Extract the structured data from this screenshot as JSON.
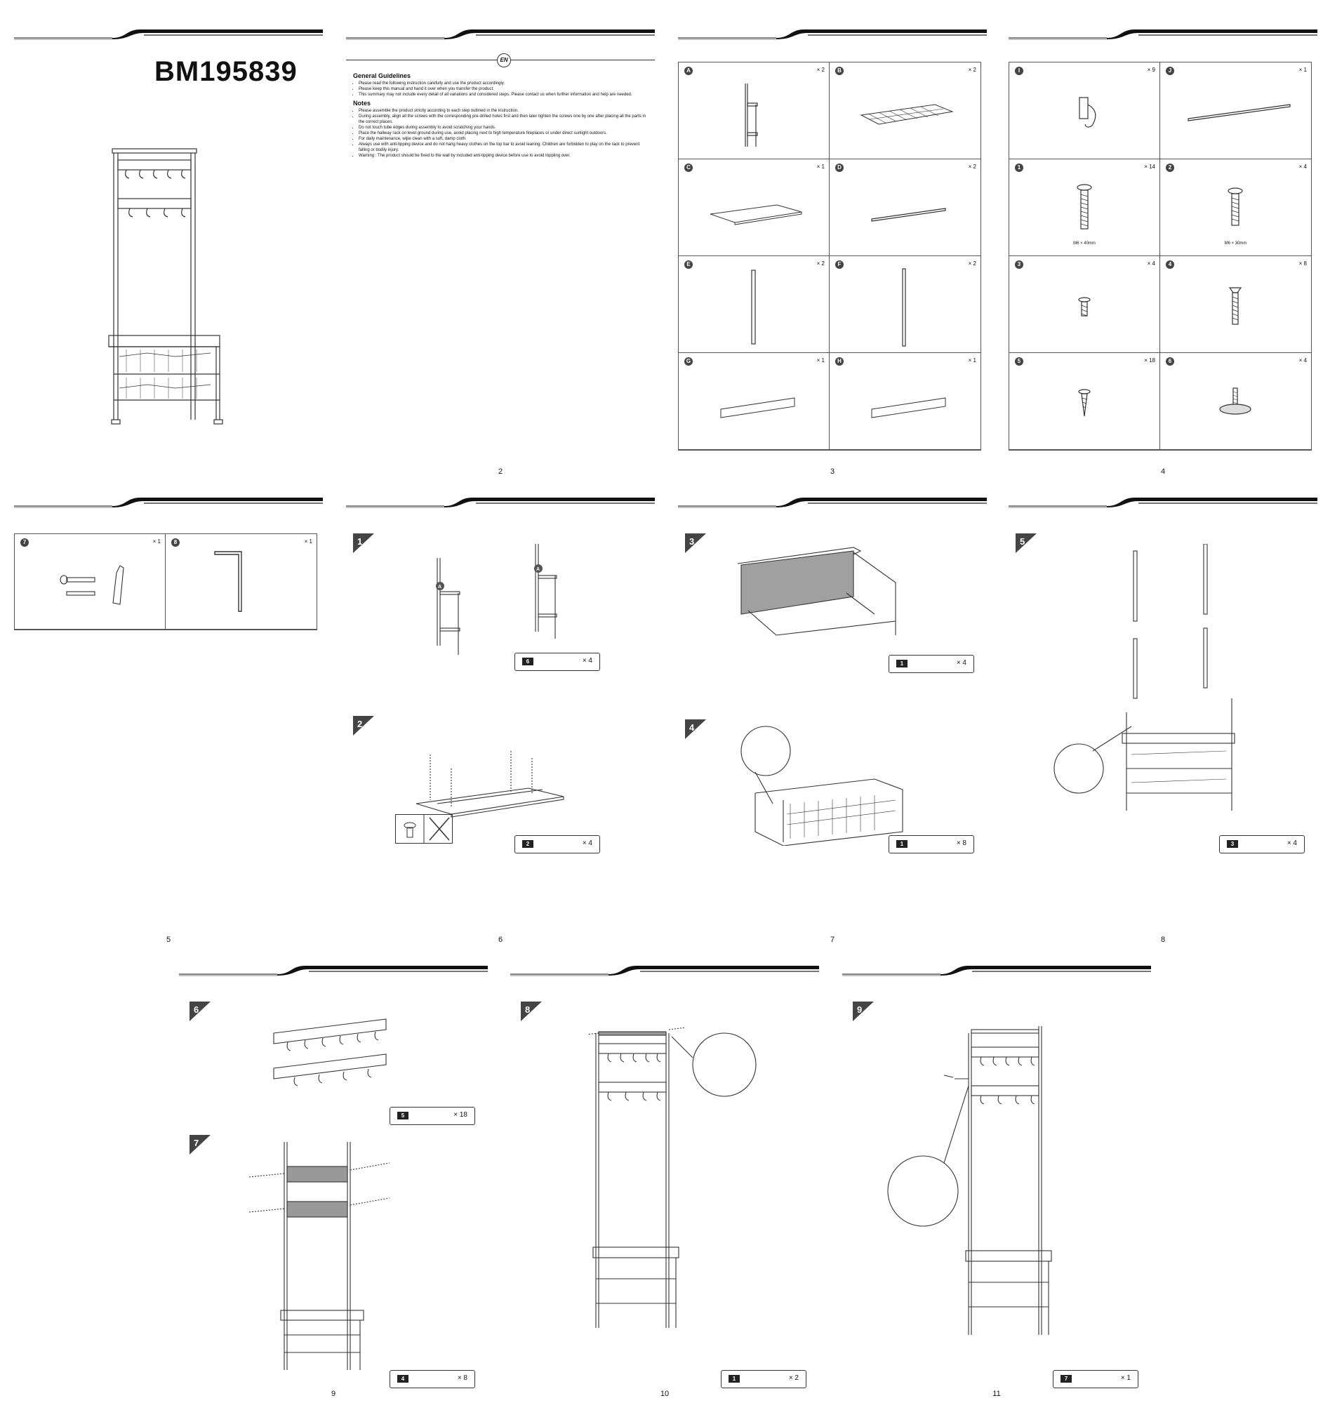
{
  "cover": {
    "title": "BM195839"
  },
  "guidelines": {
    "lang_badge": "EN",
    "general_title": "General Guidelines",
    "general_items": [
      "Please read the following instruction carefully and use the product accordingly.",
      "Please keep this manual and hand it over when you transfer the product.",
      "This summary may not include every detail of all variations and considered steps. Please contact us when further information and help are needed."
    ],
    "notes_title": "Notes",
    "notes_items": [
      "Please assemble the product strictly according to each step outlined in the instruction.",
      "During assembly, align all the screws with the corresponding pre-drilled holes first and then later tighten the screws one by one after placing all the parts in the correct places.",
      "Do not touch tube edges during assembly to avoid scratching your hands.",
      "Place the hallway rack on level ground during use, avoid placing next to high temperature fireplaces or under direct sunlight outdoors.",
      "For daily maintenance, wipe clean with a soft, damp cloth.",
      "Always use with anti-tipping device and do not hang heavy clothes on the top bar to avoid leaning. Children are forbidden to play on the rack to prevent falling or bodily injury.",
      "Warning : The product should be fixed to the wall by included anti-tipping device before use to avoid toppling over."
    ]
  },
  "parts": [
    {
      "label": "A",
      "qty": "× 2"
    },
    {
      "label": "B",
      "qty": "× 2"
    },
    {
      "label": "C",
      "qty": "× 1"
    },
    {
      "label": "D",
      "qty": "× 2"
    },
    {
      "label": "E",
      "qty": "× 2"
    },
    {
      "label": "F",
      "qty": "× 2"
    },
    {
      "label": "G",
      "qty": "× 1"
    },
    {
      "label": "H",
      "qty": "× 1"
    }
  ],
  "hardware": [
    {
      "label": "I",
      "qty": "× 9",
      "caption": ""
    },
    {
      "label": "J",
      "qty": "× 1",
      "caption": ""
    },
    {
      "label": "1",
      "qty": "× 14",
      "caption": "M6 × 40mm"
    },
    {
      "label": "2",
      "qty": "× 4",
      "caption": "M6 × 30mm"
    },
    {
      "label": "3",
      "qty": "× 4",
      "caption": ""
    },
    {
      "label": "4",
      "qty": "× 8",
      "caption": ""
    },
    {
      "label": "5",
      "qty": "× 18",
      "caption": ""
    },
    {
      "label": "6",
      "qty": "× 4",
      "caption": ""
    }
  ],
  "hardware2": [
    {
      "label": "7",
      "qty": "× 1"
    },
    {
      "label": "8",
      "qty": "× 1"
    }
  ],
  "steps": {
    "s1": {
      "num": "1",
      "hw": "6",
      "qty": "× 4"
    },
    "s2": {
      "num": "2",
      "hw": "2",
      "qty": "× 4"
    },
    "s3": {
      "num": "3",
      "hw": "1",
      "qty": "× 4"
    },
    "s4": {
      "num": "4",
      "hw": "1",
      "qty": "× 8"
    },
    "s5": {
      "num": "5",
      "hw": "3",
      "qty": "× 4"
    },
    "s6": {
      "num": "6",
      "hw": "5",
      "qty": "× 18"
    },
    "s7": {
      "num": "7",
      "hw": "4",
      "qty": "× 8"
    },
    "s8": {
      "num": "8",
      "hw": "1",
      "qty": "× 2"
    },
    "s9": {
      "num": "9",
      "hw": "7",
      "qty": "× 1"
    }
  },
  "page_numbers": [
    "2",
    "3",
    "4",
    "5",
    "6",
    "7",
    "8",
    "9",
    "10",
    "11"
  ],
  "colors": {
    "ink": "#111111",
    "panel": "#9a9a9a",
    "badge": "#444444"
  }
}
